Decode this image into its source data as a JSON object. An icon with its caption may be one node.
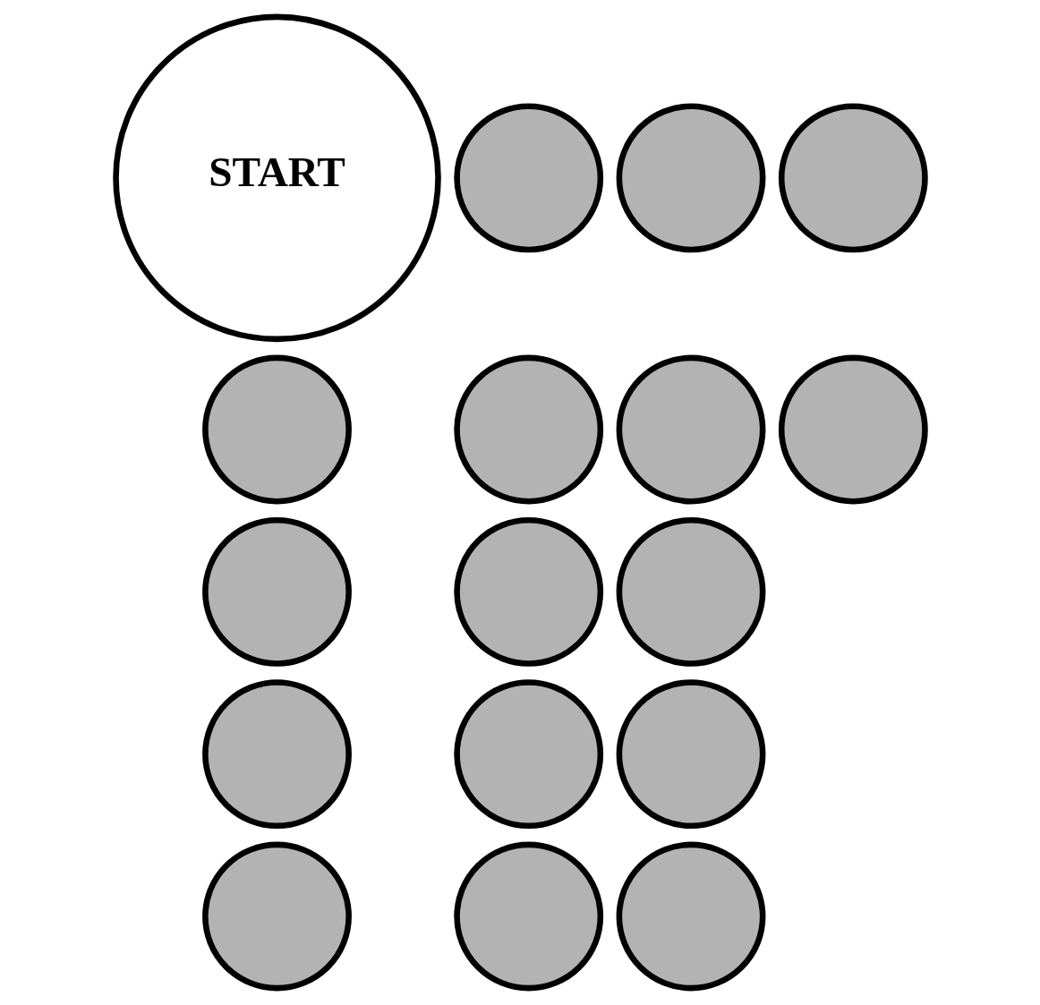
{
  "diagram": {
    "nodes": [
      {
        "text": [],
        "shape": "circle"
      },
      {
        "text": [],
        "shape": "circle"
      },
      {
        "text": [],
        "shape": "circle"
      },
      {
        "text": [],
        "shape": "circle"
      },
      {
        "text": [],
        "shape": "circle"
      },
      {
        "text": [],
        "shape": "circle"
      },
      {
        "text": [],
        "shape": "circle"
      },
      {
        "text": [],
        "shape": "circle"
      },
      {
        "text": [
          "START"
        ]
      },
      {
        "text": [],
        "shape": "circle"
      },
      {
        "text": [],
        "shape": "circle"
      },
      {
        "text": [],
        "shape": "circle"
      },
      {
        "text": [],
        "shape": "circle"
      },
      {
        "text": [],
        "shape": "circle"
      },
      {
        "text": [],
        "shape": "circle"
      },
      {
        "text": [],
        "shape": "circle"
      },
      {
        "text": [],
        "shape": "circle"
      }
    ],
    "edges": []
  }
}
